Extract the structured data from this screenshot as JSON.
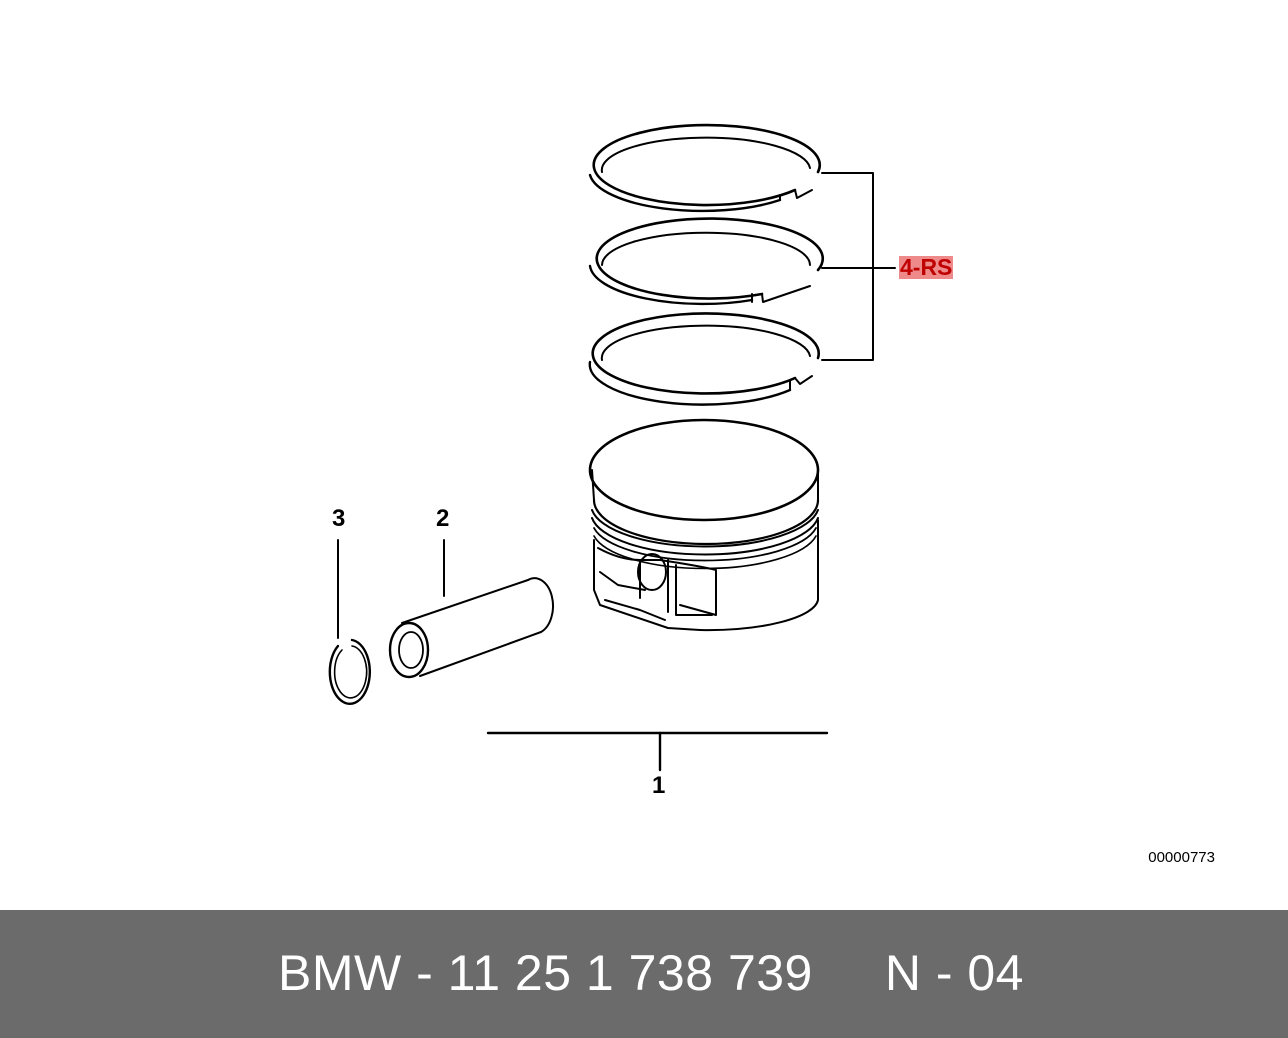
{
  "callouts": {
    "piston": "1",
    "piston_pin": "2",
    "circlip": "3",
    "ring_set": "4-RS"
  },
  "image_id": "00000773",
  "footer": {
    "text": "BMW - 11 25 1 738 739     N - 04"
  },
  "colors": {
    "footer_bg": "#6b6b6b",
    "footer_text": "#ffffff",
    "highlight_bg": "#ee8a8a",
    "highlight_text": "#c00000",
    "line_art": "#000000"
  }
}
